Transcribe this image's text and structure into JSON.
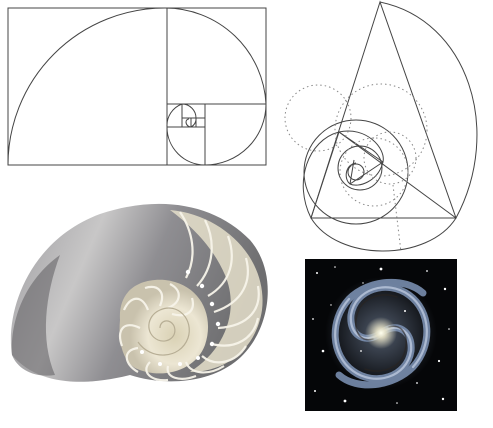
{
  "figure": {
    "panels": [
      {
        "kind": "golden-rectangle-spiral-diagram"
      },
      {
        "kind": "golden-triangle-spiral-diagram"
      },
      {
        "kind": "nautilus-shell-photo"
      },
      {
        "kind": "spiral-galaxy-photo"
      }
    ]
  },
  "colors": {
    "line": "#444444",
    "dotted": "#888888",
    "background": "#ffffff",
    "shell_outer_dark": "#6e6e70",
    "shell_outer_light": "#d9d6d0",
    "shell_chamber": "#e9e3cf",
    "shell_septa": "#f7f4ea",
    "galaxy_sky": "#050608",
    "galaxy_core": "#ffffee",
    "galaxy_arm": "#7f95b8"
  }
}
